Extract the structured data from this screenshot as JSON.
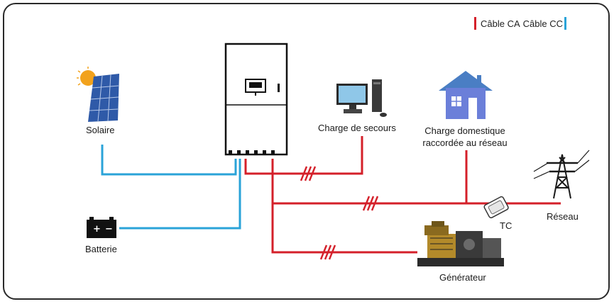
{
  "legend": {
    "ac_cable": "Câble CA",
    "dc_cable": "Câble CC",
    "ac_color": "#d4202a",
    "dc_color": "#2aa3d8"
  },
  "labels": {
    "solar": "Solaire",
    "battery": "Batterie",
    "backup_load": "Charge de secours",
    "home_load_line1": "Charge domestique",
    "home_load_line2": "raccordée au réseau",
    "ct": "TC",
    "grid": "Réseau",
    "generator": "Générateur"
  },
  "icons": [
    "inverter-icon",
    "solar-panel-icon",
    "battery-icon",
    "computer-icon",
    "house-icon",
    "ct-clamp-icon",
    "power-tower-icon",
    "generator-icon"
  ]
}
